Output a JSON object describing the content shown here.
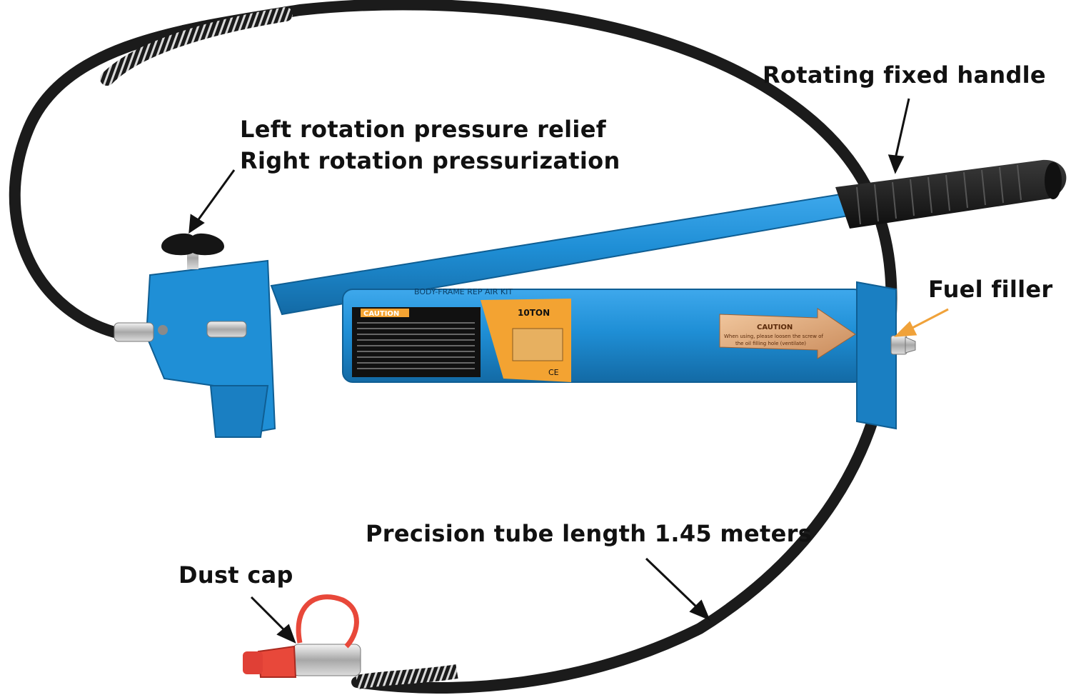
{
  "labels": {
    "rotating_handle": "Rotating fixed handle",
    "relief_line1": "Left rotation pressure relief",
    "relief_line2": "Right rotation pressurization",
    "fuel_filler": "Fuel filler",
    "tube_length": "Precision tube length 1.45 meters",
    "dust_cap": "Dust cap"
  },
  "product_print": {
    "kit_text": "BODY-FRAME REP AIR KIT",
    "capacity": "10TON",
    "caution_left": "CAUTION",
    "caution_right": "CAUTION",
    "caution_right_line1": "When using, please loosen the screw of",
    "caution_right_line2": "the oil filling hole (ventilate)",
    "ce_mark": "CE"
  },
  "colors": {
    "pump_blue": "#1f8fd6",
    "hose_black": "#1b1b1b",
    "caution_orange": "#f3a332",
    "fuel_arrow": "#f0a23a",
    "dust_cap_red": "#e8483a"
  }
}
